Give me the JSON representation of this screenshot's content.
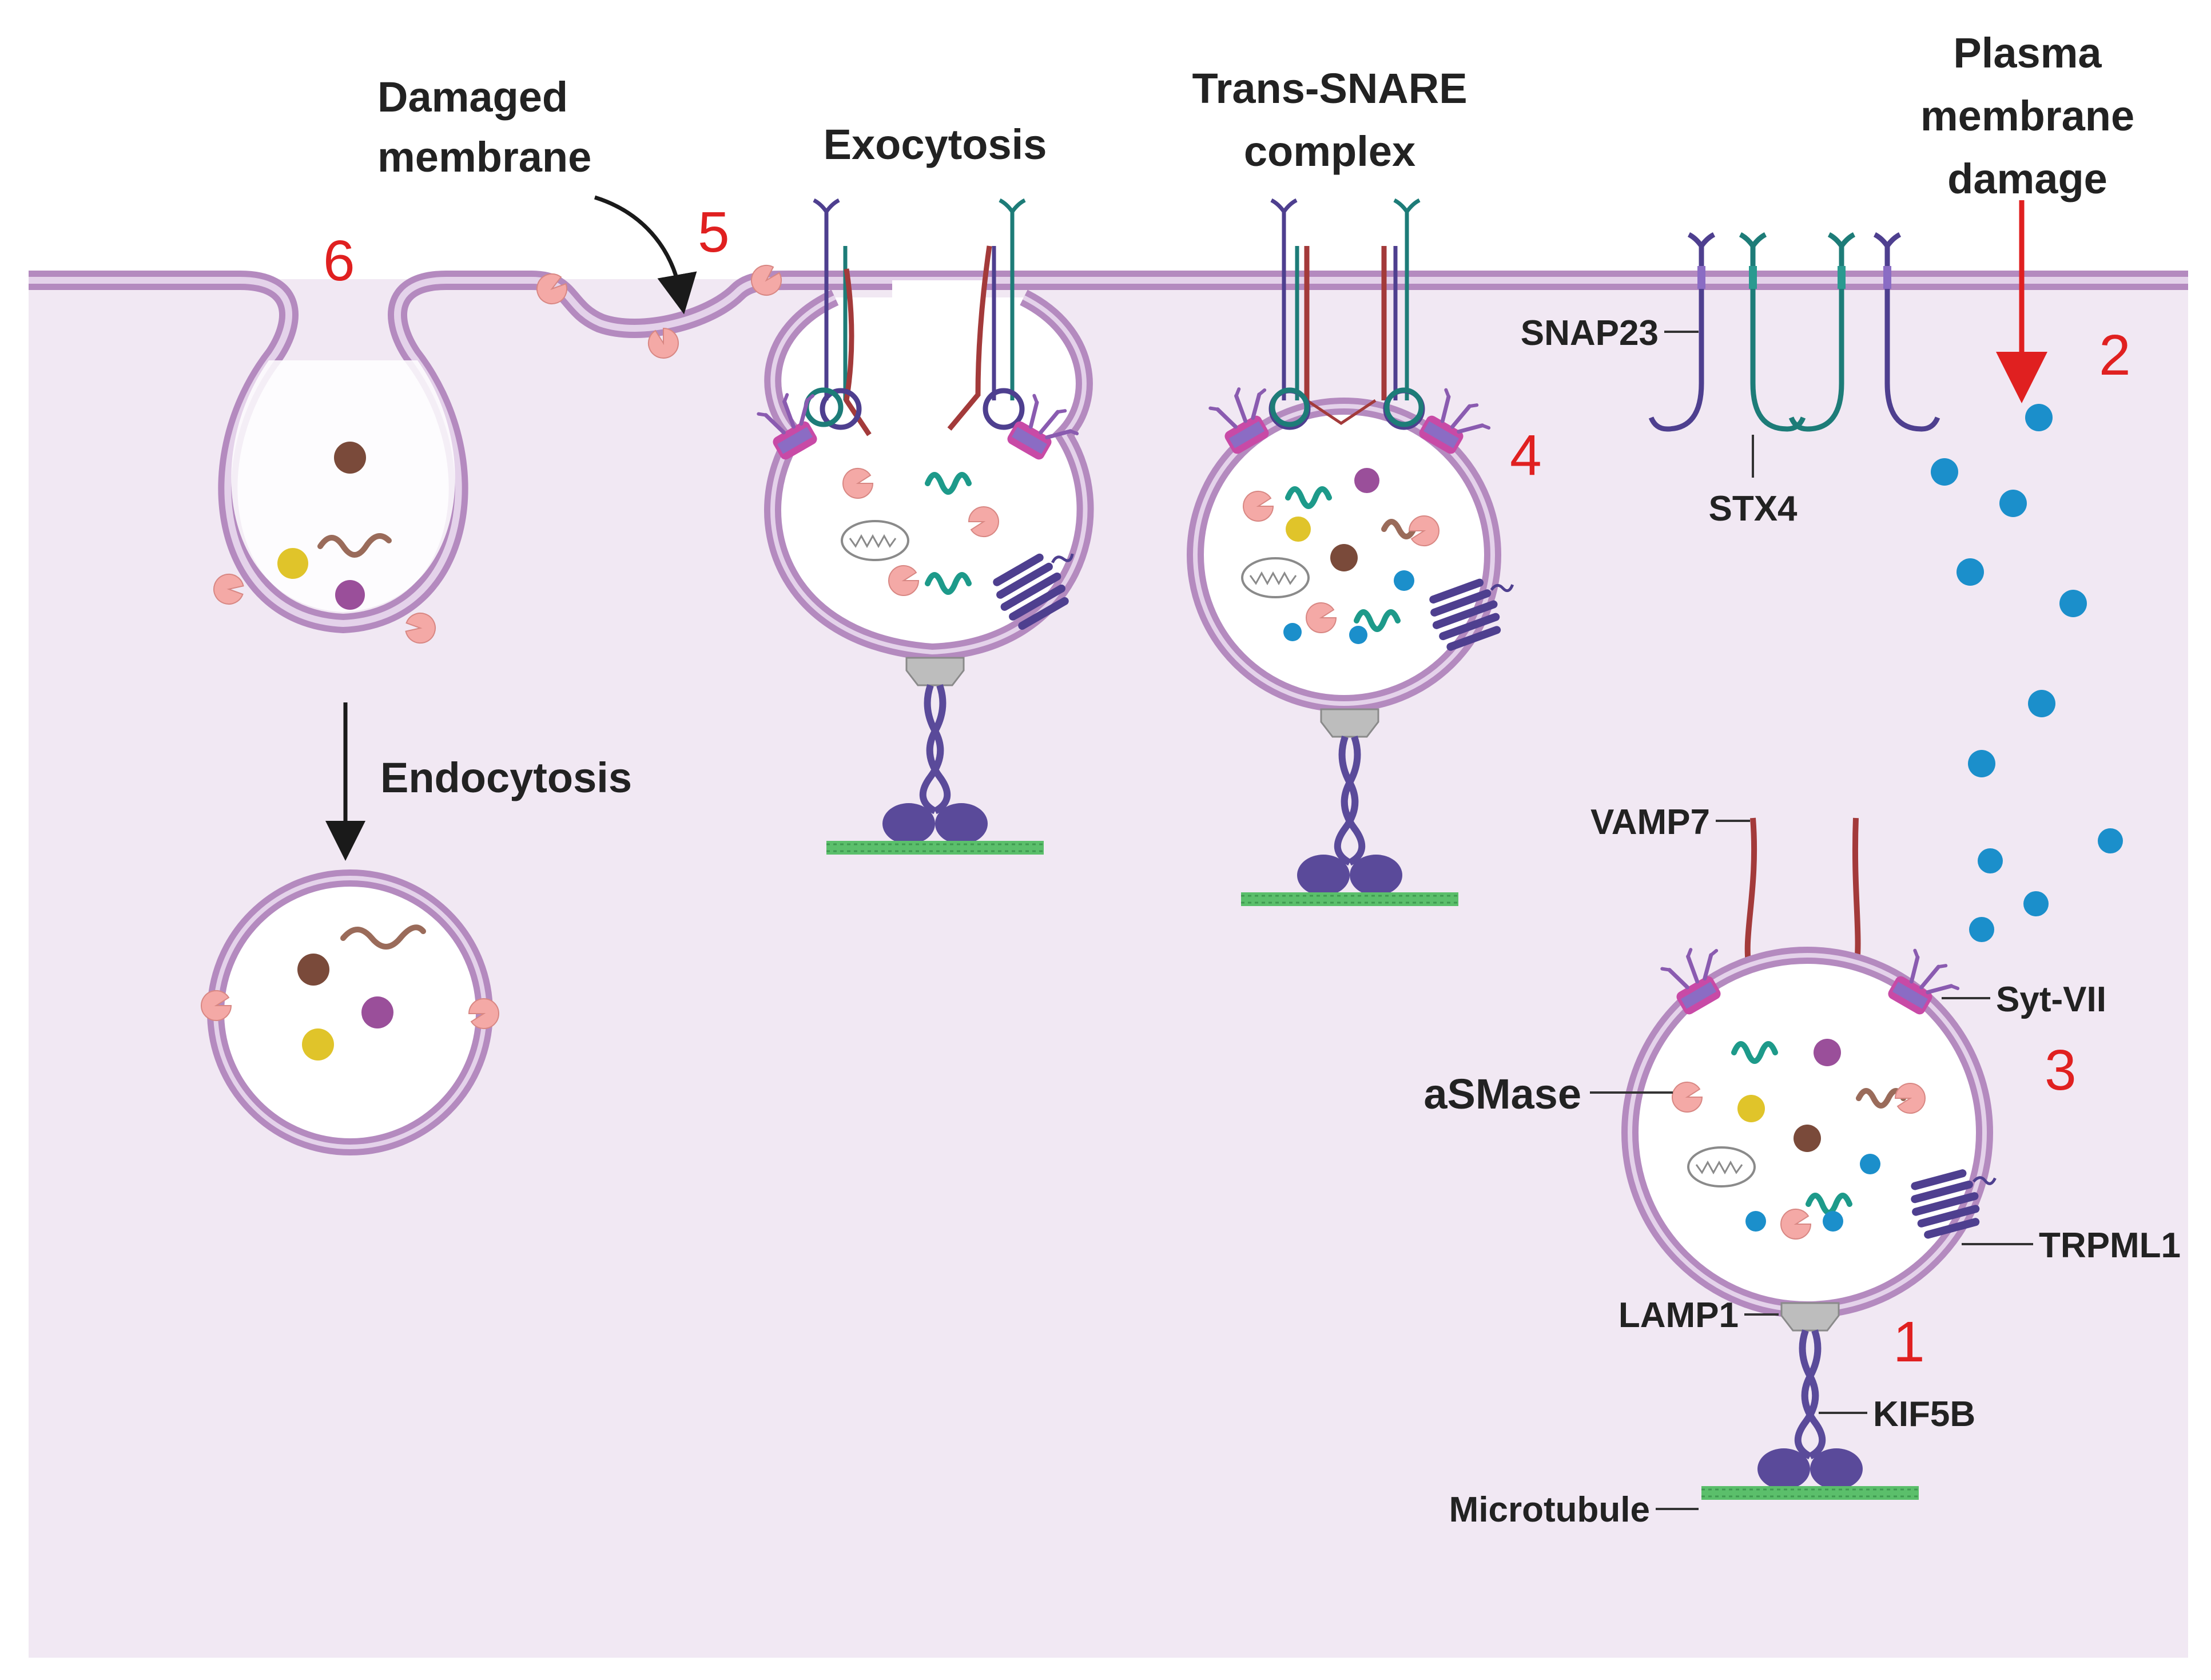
{
  "texts": {
    "damaged_membrane_l1": "Damaged",
    "damaged_membrane_l2": "membrane",
    "exocytosis": "Exocytosis",
    "trans_snare_l1": "Trans-SNARE",
    "trans_snare_l2": "complex",
    "pm_damage_l1": "Plasma",
    "pm_damage_l2": "membrane",
    "pm_damage_l3": "damage",
    "endocytosis": "Endocytosis",
    "snap23": "SNAP23",
    "stx4": "STX4",
    "vamp7": "VAMP7",
    "sytvii": "Syt-VII",
    "asmase": "aSMase",
    "trpml1": "TRPML1",
    "lamp1": "LAMP1",
    "kif5b": "KIF5B",
    "microtubule": "Microtubule"
  },
  "steps": {
    "s1": "1",
    "s2": "2",
    "s3": "3",
    "s4": "4",
    "s5": "5",
    "s6": "6"
  },
  "colors": {
    "cytoplasm": "#f1e8f3",
    "membrane": "#b48abf",
    "membrane_inner": "#e4d2ea",
    "snare_purple": "#4e3f8f",
    "snare_teal": "#1d7c78",
    "vamp_red": "#a33a3a",
    "calcium": "#1b8fcb",
    "asmase": "#f4a9a6",
    "microtubule": "#5bbf6b",
    "kinesin": "#5a4a9a",
    "lamp1": "#b9b9b9",
    "step_red": "#e02020"
  }
}
